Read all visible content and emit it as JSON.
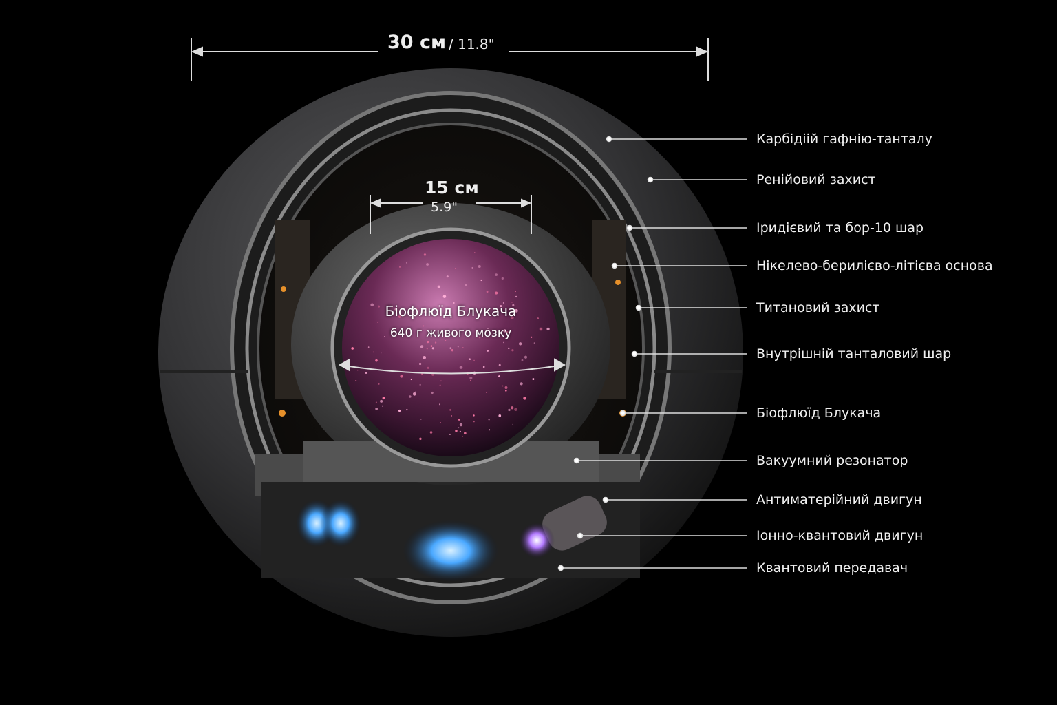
{
  "dimensions": {
    "outer": {
      "metric": "30 см",
      "imperial": "/ 11.8\""
    },
    "core": {
      "metric": "15 см",
      "imperial": "5.9\""
    }
  },
  "core_label": {
    "title": "Біофлюїд Блукача",
    "subtitle": "640 г живого мозку"
  },
  "labels": [
    "Карбідіій гафнію-танталу",
    "Ренійовий захист",
    "Іридієвий та бор-10 шар",
    "Нікелево-берилієво-літієва основа",
    "Титановий захист",
    "Внутрішній танталовий шар",
    "Біофлюїд Блукача",
    "Вакуумний резонатор",
    "Антиматерійний двигун",
    "Іонно-квантовий двигун",
    "Квантовий передавач"
  ],
  "colors": {
    "background": "#000000",
    "shell": "#3a3a3c",
    "core_glow": "#b0508a",
    "engine_blue": "#4aa8ff",
    "engine_purple": "#b27aff"
  }
}
